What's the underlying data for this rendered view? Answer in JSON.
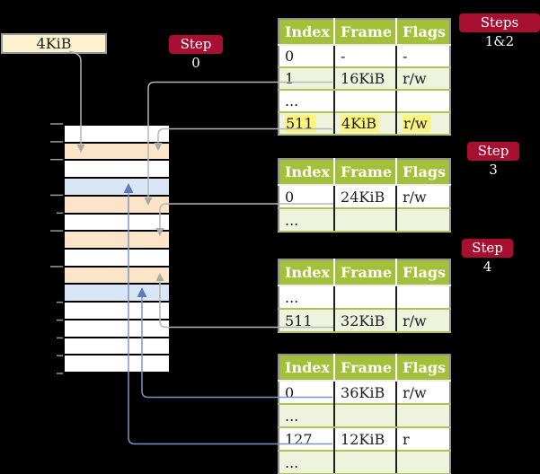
{
  "frame_box": {
    "label": "4KiB"
  },
  "badges": {
    "step0": {
      "label": "Step 0"
    },
    "steps12": {
      "label": "Steps 1&2"
    },
    "step3": {
      "label": "Step 3"
    },
    "step4": {
      "label": "Step 4"
    }
  },
  "memory_column": {
    "description": "physical memory column, one 4KiB frame per row",
    "rows": [
      {
        "kind": "free"
      },
      {
        "kind": "page-table"
      },
      {
        "kind": "free"
      },
      {
        "kind": "mapped"
      },
      {
        "kind": "page-table"
      },
      {
        "kind": "free"
      },
      {
        "kind": "page-table"
      },
      {
        "kind": "free"
      },
      {
        "kind": "page-table"
      },
      {
        "kind": "mapped"
      },
      {
        "kind": "free"
      },
      {
        "kind": "free"
      },
      {
        "kind": "free"
      },
      {
        "kind": "free"
      }
    ]
  },
  "tables": [
    {
      "columns": [
        "Index",
        "Frame",
        "Flags"
      ],
      "rows": [
        {
          "index": "0",
          "frame": "-",
          "flags": "-"
        },
        {
          "index": "1",
          "frame": "16KiB",
          "flags": "r/w"
        },
        {
          "index": "...",
          "frame": "",
          "flags": ""
        },
        {
          "index": "511",
          "frame": "4KiB",
          "flags": "r/w"
        }
      ]
    },
    {
      "columns": [
        "Index",
        "Frame",
        "Flags"
      ],
      "rows": [
        {
          "index": "0",
          "frame": "24KiB",
          "flags": "r/w"
        },
        {
          "index": "...",
          "frame": "",
          "flags": ""
        }
      ]
    },
    {
      "columns": [
        "Index",
        "Frame",
        "Flags"
      ],
      "rows": [
        {
          "index": "...",
          "frame": "",
          "flags": ""
        },
        {
          "index": "511",
          "frame": "32KiB",
          "flags": "r/w"
        }
      ]
    },
    {
      "columns": [
        "Index",
        "Frame",
        "Flags"
      ],
      "rows": [
        {
          "index": "0",
          "frame": "36KiB",
          "flags": "r/w"
        },
        {
          "index": "...",
          "frame": "",
          "flags": ""
        },
        {
          "index": "127",
          "frame": "12KiB",
          "flags": "r"
        },
        {
          "index": "...",
          "frame": "",
          "flags": ""
        }
      ]
    }
  ],
  "arrows": [
    {
      "from": "frame-box-4kib",
      "to": "memory-frame-4kib",
      "color": "gray"
    },
    {
      "from": "table1-entry-1-16kib",
      "to": "memory-frame-16kib",
      "color": "gray"
    },
    {
      "from": "table1-entry-511-4kib",
      "to": "memory-frame-4kib",
      "color": "gray"
    },
    {
      "from": "table2-entry-0-24kib",
      "to": "memory-frame-24kib",
      "color": "gray"
    },
    {
      "from": "table3-entry-511-32kib",
      "to": "memory-frame-32kib",
      "color": "gray"
    },
    {
      "from": "table4-entry-0-36kib",
      "to": "memory-frame-36kib",
      "color": "blue"
    },
    {
      "from": "table4-entry-127-12kib",
      "to": "memory-frame-12kib",
      "color": "blue"
    }
  ],
  "colors": {
    "background": "#000000",
    "badge_bg": "#a81032",
    "badge_text": "#ffffff",
    "table_header_bg": "#a2c03a",
    "table_header_text": "#ffffff",
    "table_row_alt_bg": "#eef3dd",
    "table_row_alt_border": "#b2c153",
    "highlight_bg": "#fdf47e",
    "memory_free": "#ffffff",
    "memory_page_table": "#fce4c8",
    "memory_mapped": "#d9e6f5",
    "frame_box_bg": "#fdf1ce",
    "connector_gray": "#b5b5b5",
    "connector_blue": "#7a95c5"
  }
}
